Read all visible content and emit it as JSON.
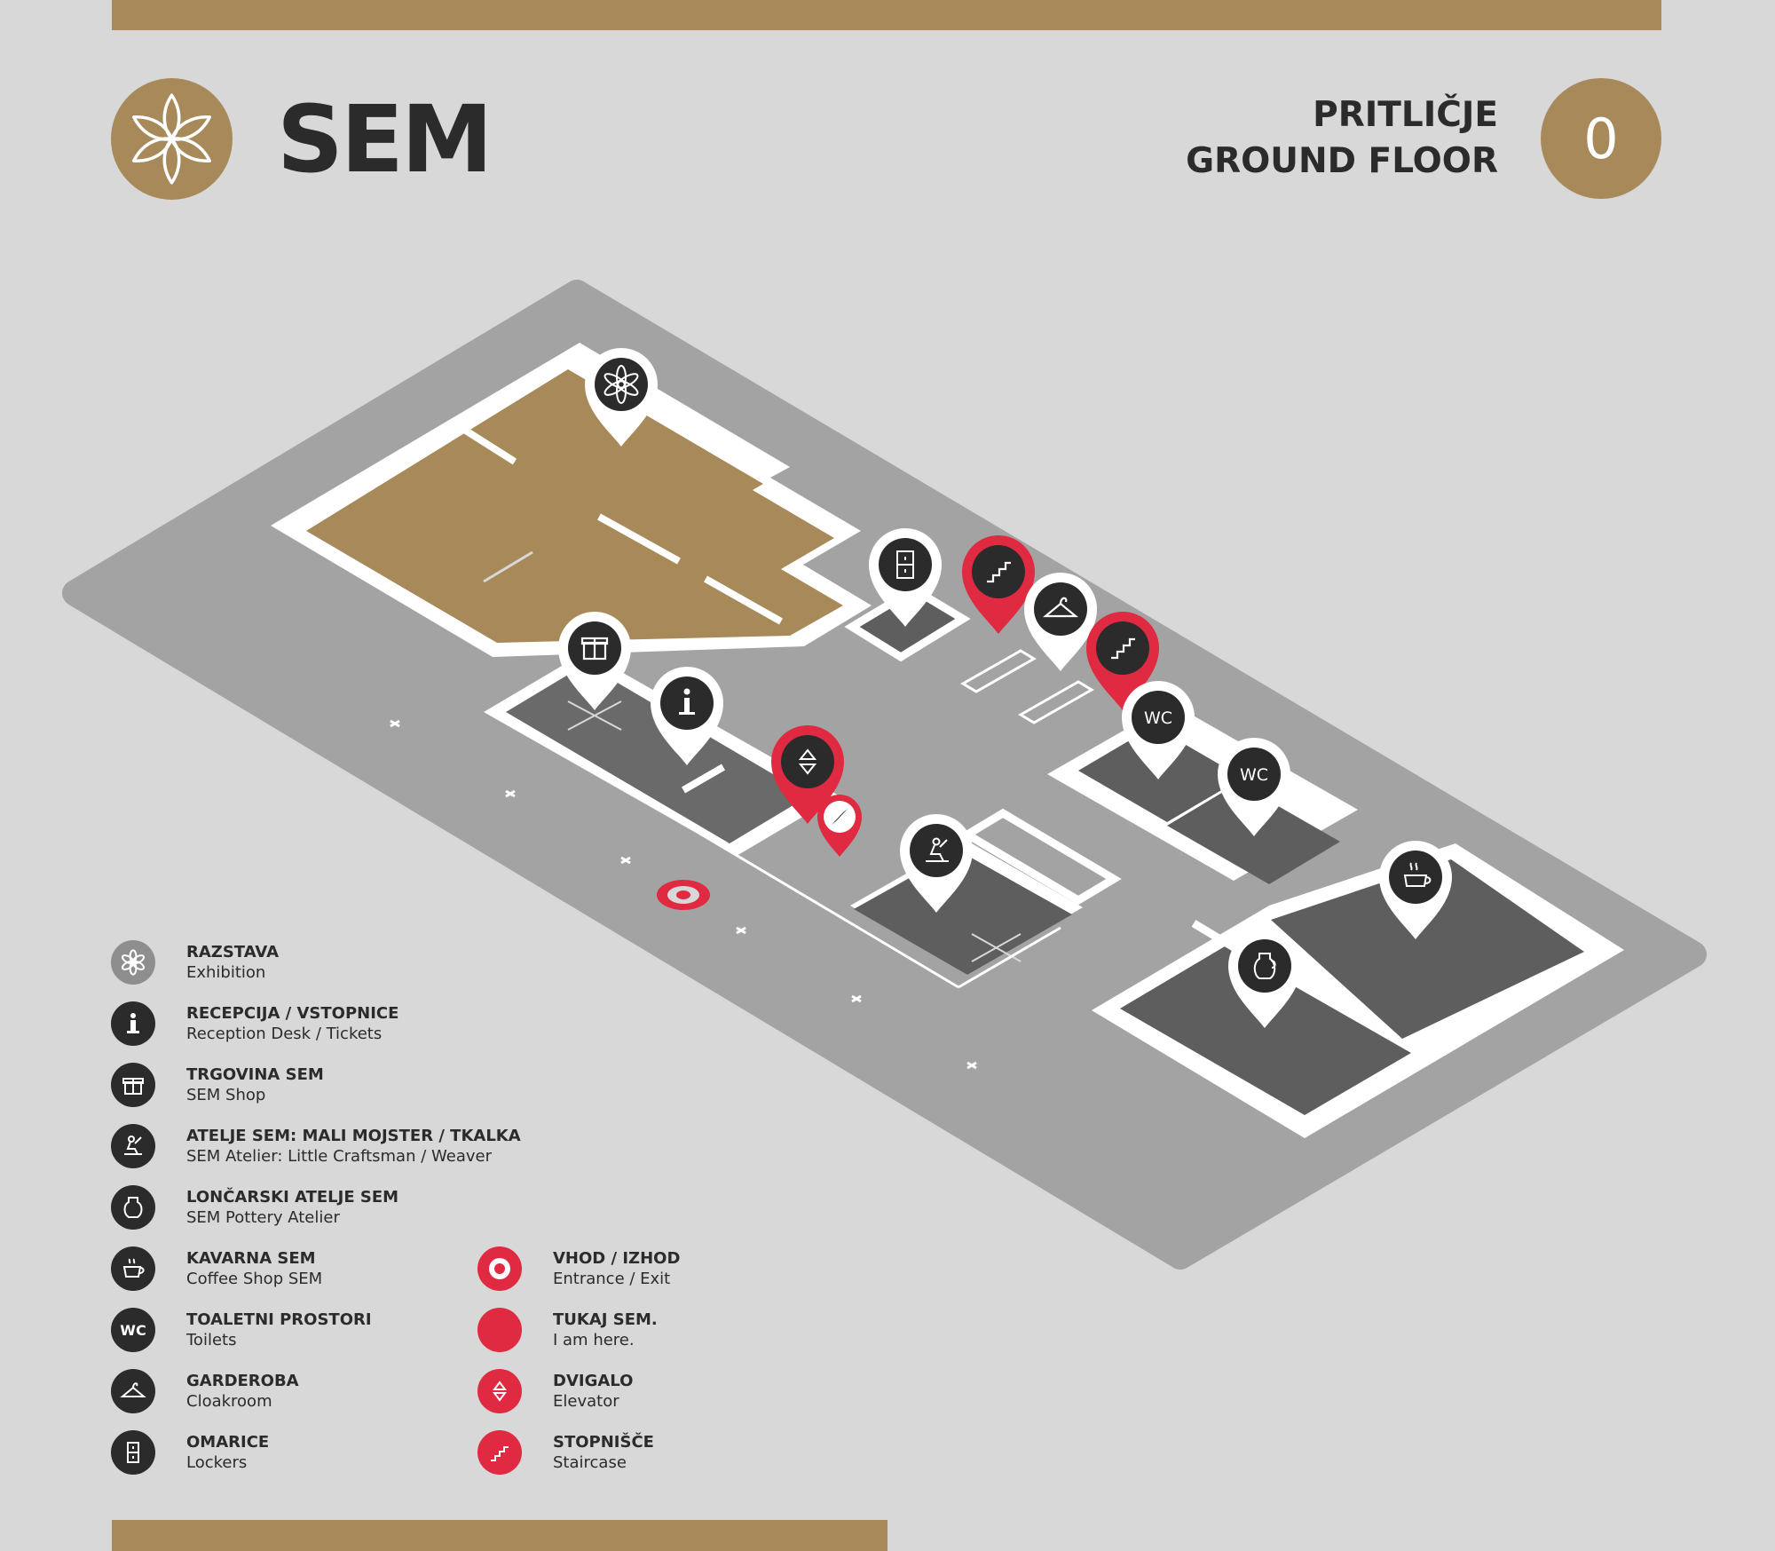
{
  "brand": {
    "name": "SEM",
    "logo_icon": "flower-icon"
  },
  "floor": {
    "name_sl": "PRITLIČJE",
    "name_en": "GROUND FLOOR",
    "number": "0"
  },
  "colors": {
    "gold": "#a8895a",
    "red": "#e02a41",
    "dark": "#2b2b2b",
    "background": "#d8d8d8"
  },
  "map_labels": {
    "wc": "WC"
  },
  "legend": [
    {
      "icon": "flower-icon",
      "title": "RAZSTAVA",
      "subtitle": "Exhibition"
    },
    {
      "icon": "info-icon",
      "title": "RECEPCIJA / VSTOPNICE",
      "subtitle": "Reception Desk / Tickets"
    },
    {
      "icon": "gift-icon",
      "title": "TRGOVINA SEM",
      "subtitle": "SEM Shop"
    },
    {
      "icon": "craftsman-icon",
      "title": "ATELJE SEM: MALI MOJSTER / TKALKA",
      "subtitle": "SEM Atelier: Little Craftsman / Weaver"
    },
    {
      "icon": "pottery-icon",
      "title": "LONČARSKI ATELJE SEM",
      "subtitle": "SEM Pottery Atelier"
    },
    {
      "icon": "coffee-icon",
      "title": "KAVARNA SEM",
      "subtitle": "Coffee Shop SEM"
    },
    {
      "icon": "wc-icon",
      "title": "TOALETNI PROSTORI",
      "subtitle": "Toilets",
      "label": "WC"
    },
    {
      "icon": "hanger-icon",
      "title": "GARDEROBA",
      "subtitle": "Cloakroom"
    },
    {
      "icon": "locker-icon",
      "title": "OMARICE",
      "subtitle": "Lockers"
    },
    {
      "icon": "entrance-icon",
      "title": "VHOD / IZHOD",
      "subtitle": "Entrance / Exit"
    },
    {
      "icon": "compass-icon",
      "title": "TUKAJ SEM.",
      "subtitle": "I am here."
    },
    {
      "icon": "elevator-icon",
      "title": "DVIGALO",
      "subtitle": "Elevator"
    },
    {
      "icon": "stairs-icon",
      "title": "STOPNIŠČE",
      "subtitle": "Staircase"
    }
  ]
}
